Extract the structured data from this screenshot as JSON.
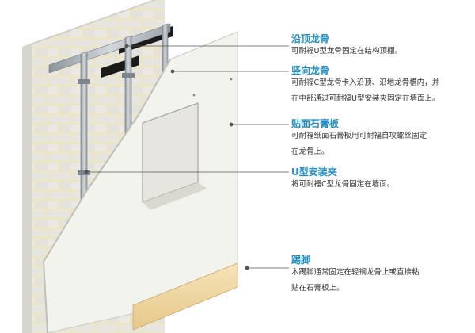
{
  "colors": {
    "accent": "#1e8fc9",
    "text": "#333333",
    "brick": "#e9e8e2",
    "mortar": "#efe6b8",
    "board": "#f3f3ee",
    "steel": "#aeb6bd",
    "wood": "#f0d9a6"
  },
  "callouts": [
    {
      "id": "track",
      "title": "沿顶龙骨",
      "lines": [
        "可耐福U型龙骨固定在结构顶棚。"
      ]
    },
    {
      "id": "stud",
      "title": "竖向龙骨",
      "lines": [
        "可耐福C型龙骨卡入沿顶、沿地龙骨槽内，并",
        "在中部通过可耐福U型安装夹固定在墙面上。"
      ]
    },
    {
      "id": "board",
      "title": "贴面石膏板",
      "lines": [
        "可耐福纸面石膏板用可耐福自攻螺丝固定",
        "在龙骨上。"
      ]
    },
    {
      "id": "clip",
      "title": "U型安装夹",
      "lines": [
        "将可耐福C型龙骨固定在墙面。"
      ]
    },
    {
      "id": "skirting",
      "title": "踢脚",
      "lines": [
        "木踢脚通常固定在轻钢龙骨上或直接粘",
        "贴在石膏板上。"
      ]
    }
  ]
}
